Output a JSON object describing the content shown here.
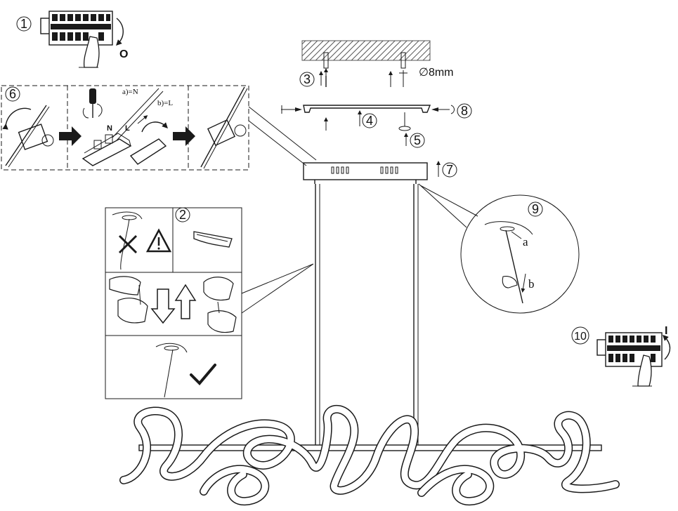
{
  "steps": {
    "s1": "1",
    "s2": "2",
    "s3": "3",
    "s4": "4",
    "s5": "5",
    "s6": "6",
    "s7": "7",
    "s8": "8",
    "s9": "9",
    "s10": "10"
  },
  "labels": {
    "switch_off": "O",
    "switch_on": "I",
    "drill_size": "∅8mm",
    "wire_n": "a)=N",
    "wire_l": "b)=L",
    "terminal_n": "N",
    "terminal_l": "L",
    "detail_a": "a",
    "detail_b": "b"
  },
  "colors": {
    "line": "#1a1a1a",
    "ceiling_hatch": "#555555",
    "background": "#ffffff"
  },
  "icons": {
    "warning": "warning-triangle-icon",
    "forbidden": "cross-icon",
    "ok": "checkmark-icon"
  }
}
